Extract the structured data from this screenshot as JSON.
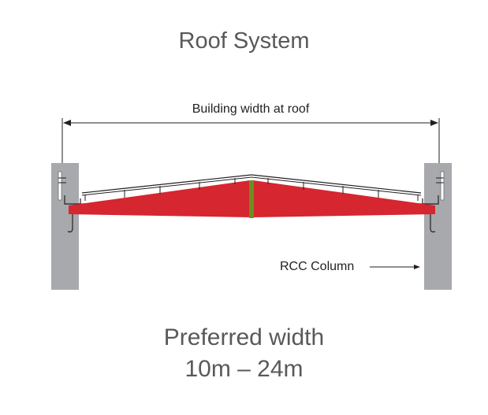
{
  "title": "Roof System",
  "dimension_label": "Building width at roof",
  "column_label": "RCC Column",
  "footer": {
    "line1": "Preferred width",
    "line2": "10m – 24m"
  },
  "colors": {
    "rafter": "#d6262f",
    "column": "#a7a9ac",
    "ridge_plate": "#6b8e23",
    "text": "#58595b"
  }
}
